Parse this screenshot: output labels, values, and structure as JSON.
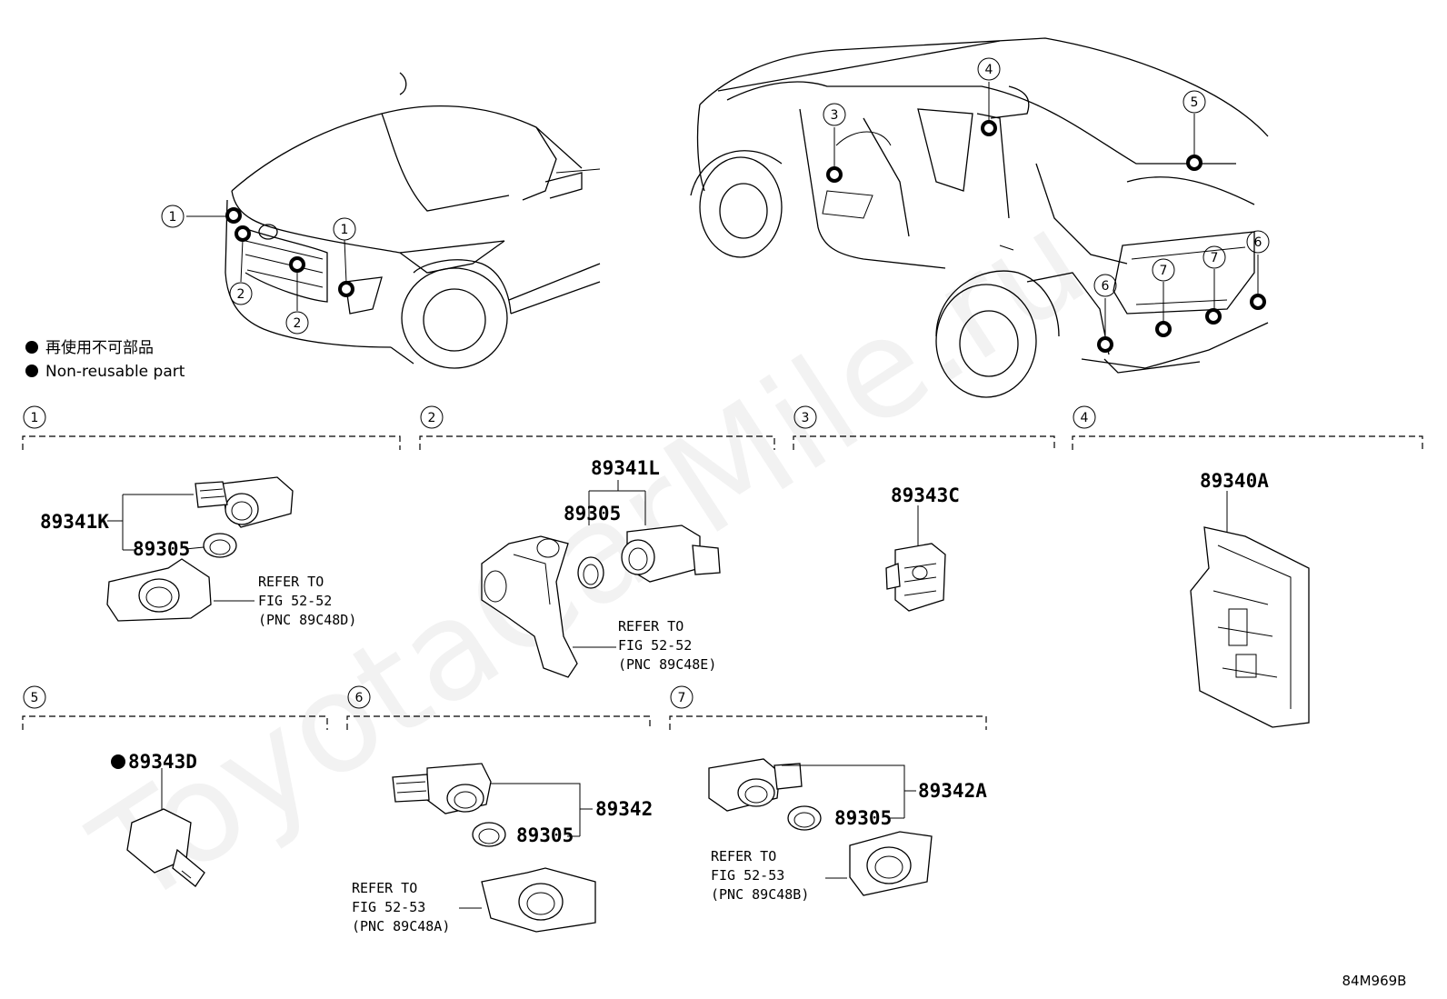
{
  "watermark": "ToyotaCarMile.ru",
  "diagram_code": "84M969B",
  "legend": {
    "line_jp": "再使用不可部品",
    "line_en": "Non-reusable part"
  },
  "callouts": {
    "c1": "1",
    "c2": "2",
    "c3": "3",
    "c4": "4",
    "c5": "5",
    "c6": "6",
    "c7": "7"
  },
  "sections": {
    "s1": {
      "number": "1",
      "part_main": "89341K",
      "part_ring": "89305",
      "ref_line1": "REFER TO",
      "ref_line2": "FIG 52-52",
      "ref_line3": "(PNC 89C48D)"
    },
    "s2": {
      "number": "2",
      "part_main": "89341L",
      "part_ring": "89305",
      "ref_line1": "REFER TO",
      "ref_line2": "FIG 52-52",
      "ref_line3": "(PNC 89C48E)"
    },
    "s3": {
      "number": "3",
      "part_main": "89343C"
    },
    "s4": {
      "number": "4",
      "part_main": "89340A"
    },
    "s5": {
      "number": "5",
      "part_main": "89343D"
    },
    "s6": {
      "number": "6",
      "part_main": "89342",
      "part_ring": "89305",
      "ref_line1": "REFER TO",
      "ref_line2": "FIG 52-53",
      "ref_line3": "(PNC 89C48A)"
    },
    "s7": {
      "number": "7",
      "part_main": "89342A",
      "part_ring": "89305",
      "ref_line1": "REFER TO",
      "ref_line2": "FIG 52-53",
      "ref_line3": "(PNC 89C48B)"
    }
  }
}
